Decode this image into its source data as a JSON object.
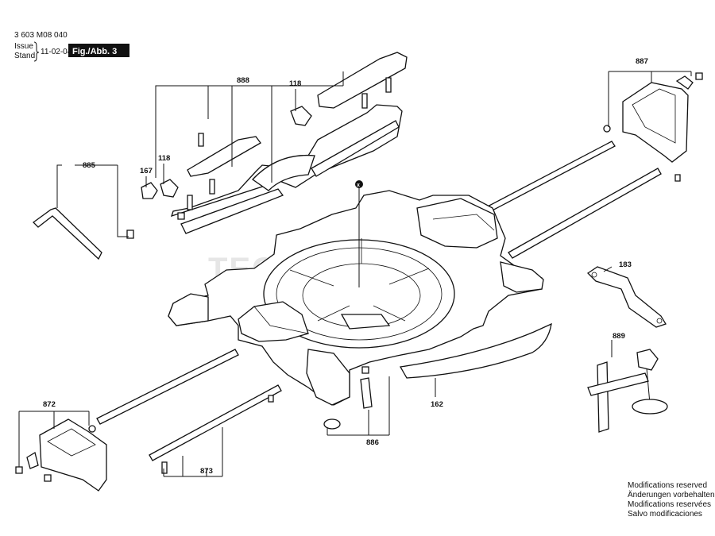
{
  "header": {
    "doc_number": "3 603 M08 040",
    "issue_label": "Issue",
    "stand_label": "Stand",
    "date": "11-02-04",
    "fig_label": "Fig./Abb. 3"
  },
  "watermark": "TECNITOOLS",
  "callouts": {
    "c885": "885",
    "c888": "888",
    "c118_top": "118",
    "c167": "167",
    "c118_left": "118",
    "c887": "887",
    "c183": "183",
    "c889": "889",
    "c162": "162",
    "c872": "872",
    "c873": "873",
    "c886": "886",
    "cX": "x"
  },
  "footer_notes": [
    "Modifications reserved",
    "Änderungen vorbehalten",
    "Modifications reservées",
    "Salvo modificaciones"
  ],
  "colors": {
    "ink": "#111111",
    "paper": "#ffffff",
    "fig_box": "#111111",
    "watermark": "#e6e6e6"
  }
}
